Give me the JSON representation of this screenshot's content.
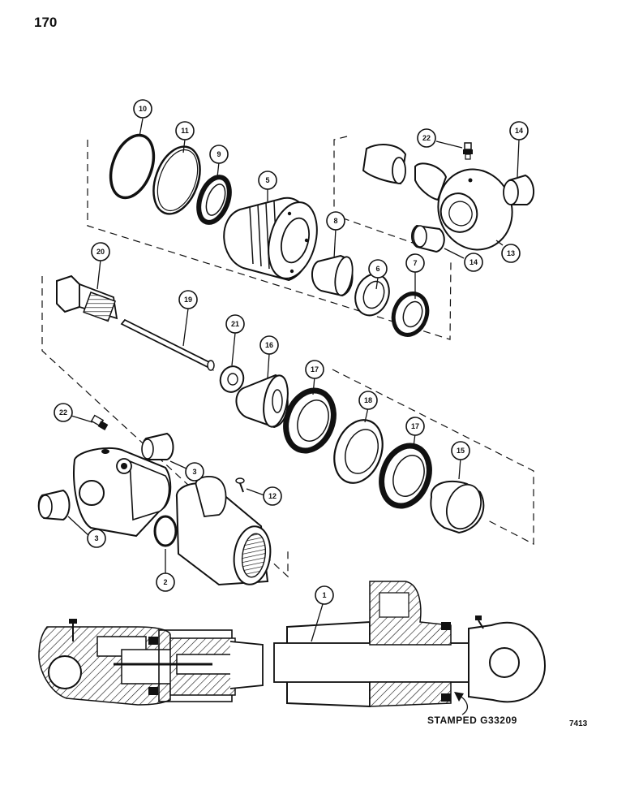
{
  "page_number": "170",
  "stamp_label": "STAMPED G33209",
  "ref_code": "7413",
  "callouts": {
    "c1": "1",
    "c2": "2",
    "c3a": "3",
    "c3b": "3",
    "c5": "5",
    "c6": "6",
    "c7": "7",
    "c8": "8",
    "c9": "9",
    "c10": "10",
    "c11": "11",
    "c12": "12",
    "c13": "13",
    "c14a": "14",
    "c14b": "14",
    "c15": "15",
    "c16": "16",
    "c17a": "17",
    "c17b": "17",
    "c18": "18",
    "c19": "19",
    "c20": "20",
    "c21": "21",
    "c22a": "22",
    "c22b": "22"
  }
}
